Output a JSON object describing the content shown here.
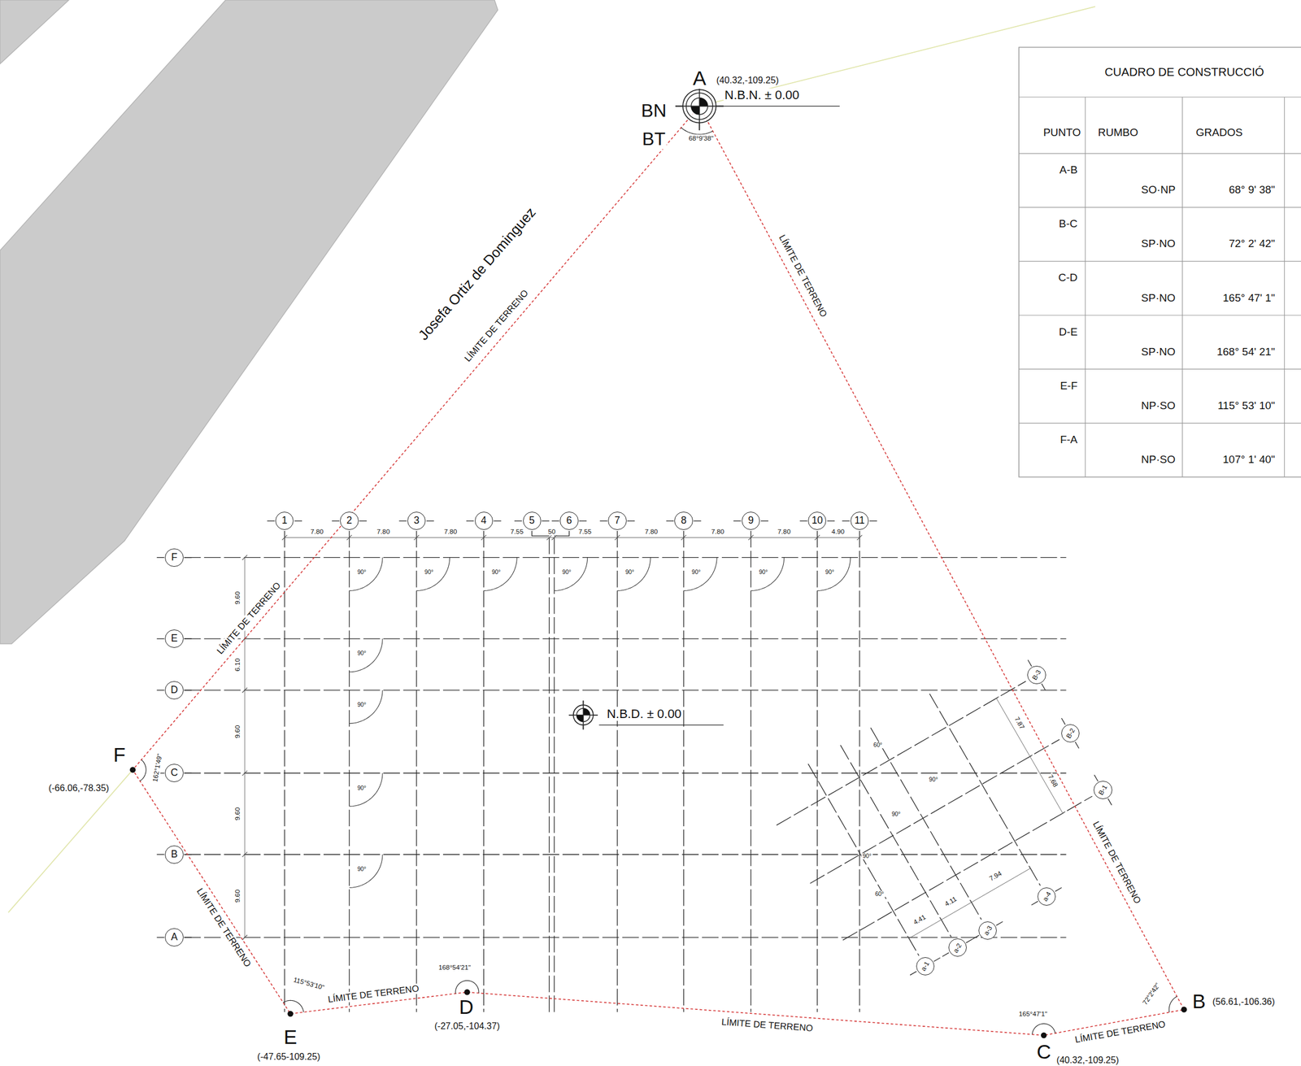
{
  "diagram": {
    "nodes": [
      {
        "text": [
          "1"
        ]
      },
      {
        "text": [
          "2"
        ]
      },
      {
        "text": [
          "3"
        ]
      },
      {
        "text": [
          "4"
        ]
      },
      {
        "text": [
          "5"
        ]
      },
      {
        "text": [
          "6"
        ]
      },
      {
        "text": [
          "7"
        ]
      },
      {
        "text": [
          "8"
        ]
      },
      {
        "text": [
          "9"
        ]
      },
      {
        "text": [
          "10"
        ]
      },
      {
        "text": [
          "11"
        ]
      },
      {
        "text": [
          "F"
        ]
      },
      {
        "text": [
          "E"
        ]
      },
      {
        "text": [
          "D"
        ]
      },
      {
        "text": [
          "C"
        ]
      },
      {
        "text": [
          "B"
        ]
      },
      {
        "text": [
          "A"
        ]
      },
      {
        "text": [
          "B-3"
        ]
      },
      {
        "text": [
          "B-2"
        ]
      },
      {
        "text": [
          "B-1"
        ]
      },
      {
        "text": [
          "a-1"
        ]
      },
      {
        "text": [
          "a-2"
        ]
      },
      {
        "text": [
          "a-3"
        ]
      },
      {
        "text": [
          "a-4"
        ]
      }
    ],
    "labels": [
      "A",
      "(40.32,-109.25)",
      "BN",
      "BT",
      "N.B.N. ± 0.00",
      "68°9'38\"",
      "Josefa Ortiz de Dominguez",
      "LÍMITE DE TERRENO",
      "LÍMITE DE TERRENO",
      "LÍMITE DE TERRENO",
      "LÍMITE DE TERRENO",
      "LÍMITE DE TERRENO",
      "LÍMITE DE TERRENO",
      "LÍMITE DE TERRENO",
      "LÍMITE DE TERRENO",
      "B",
      "(56.61,-106.36)",
      "C",
      "(40.32,-109.25)",
      "165°47'1\"",
      "72°2'42\"",
      "D",
      "(-27.05,-104.37)",
      "168°54'21\"",
      "E",
      "(-47.65-109.25)",
      "115°53'10\"",
      "F",
      "(-66.06,-78.35)",
      "162°1'49\"",
      "N.B.D. ± 0.00",
      "7.80",
      "7.80",
      "7.80",
      "7.55",
      "50",
      "7.55",
      "7.80",
      "7.80",
      "7.80",
      "4.90",
      "9.60",
      "6.10",
      "9.60",
      "9.60",
      "9.60",
      "90°",
      "90°",
      "90°",
      "90°",
      "90°",
      "90°",
      "90°",
      "90°",
      "90°",
      "90°",
      "90°",
      "90°",
      "60°",
      "90°",
      "90°",
      "90°",
      "60°",
      "7.87",
      "7.68",
      "4.41",
      "4.11",
      "7.94",
      "CUADRO DE CONSTRUCCIÓ",
      "PUNTO",
      "RUMBO",
      "GRADOS",
      "A-B",
      "SO·NP",
      "68° 9' 38\"",
      "B-C",
      "SP·NO",
      "72° 2' 42\"",
      "C-D",
      "SP·NO",
      "165° 47' 1\"",
      "D-E",
      "SP·NO",
      "168° 54' 21\"",
      "E-F",
      "NP·SO",
      "115° 53' 10\"",
      "F-A",
      "NP·SO",
      "107° 1' 40\""
    ]
  }
}
